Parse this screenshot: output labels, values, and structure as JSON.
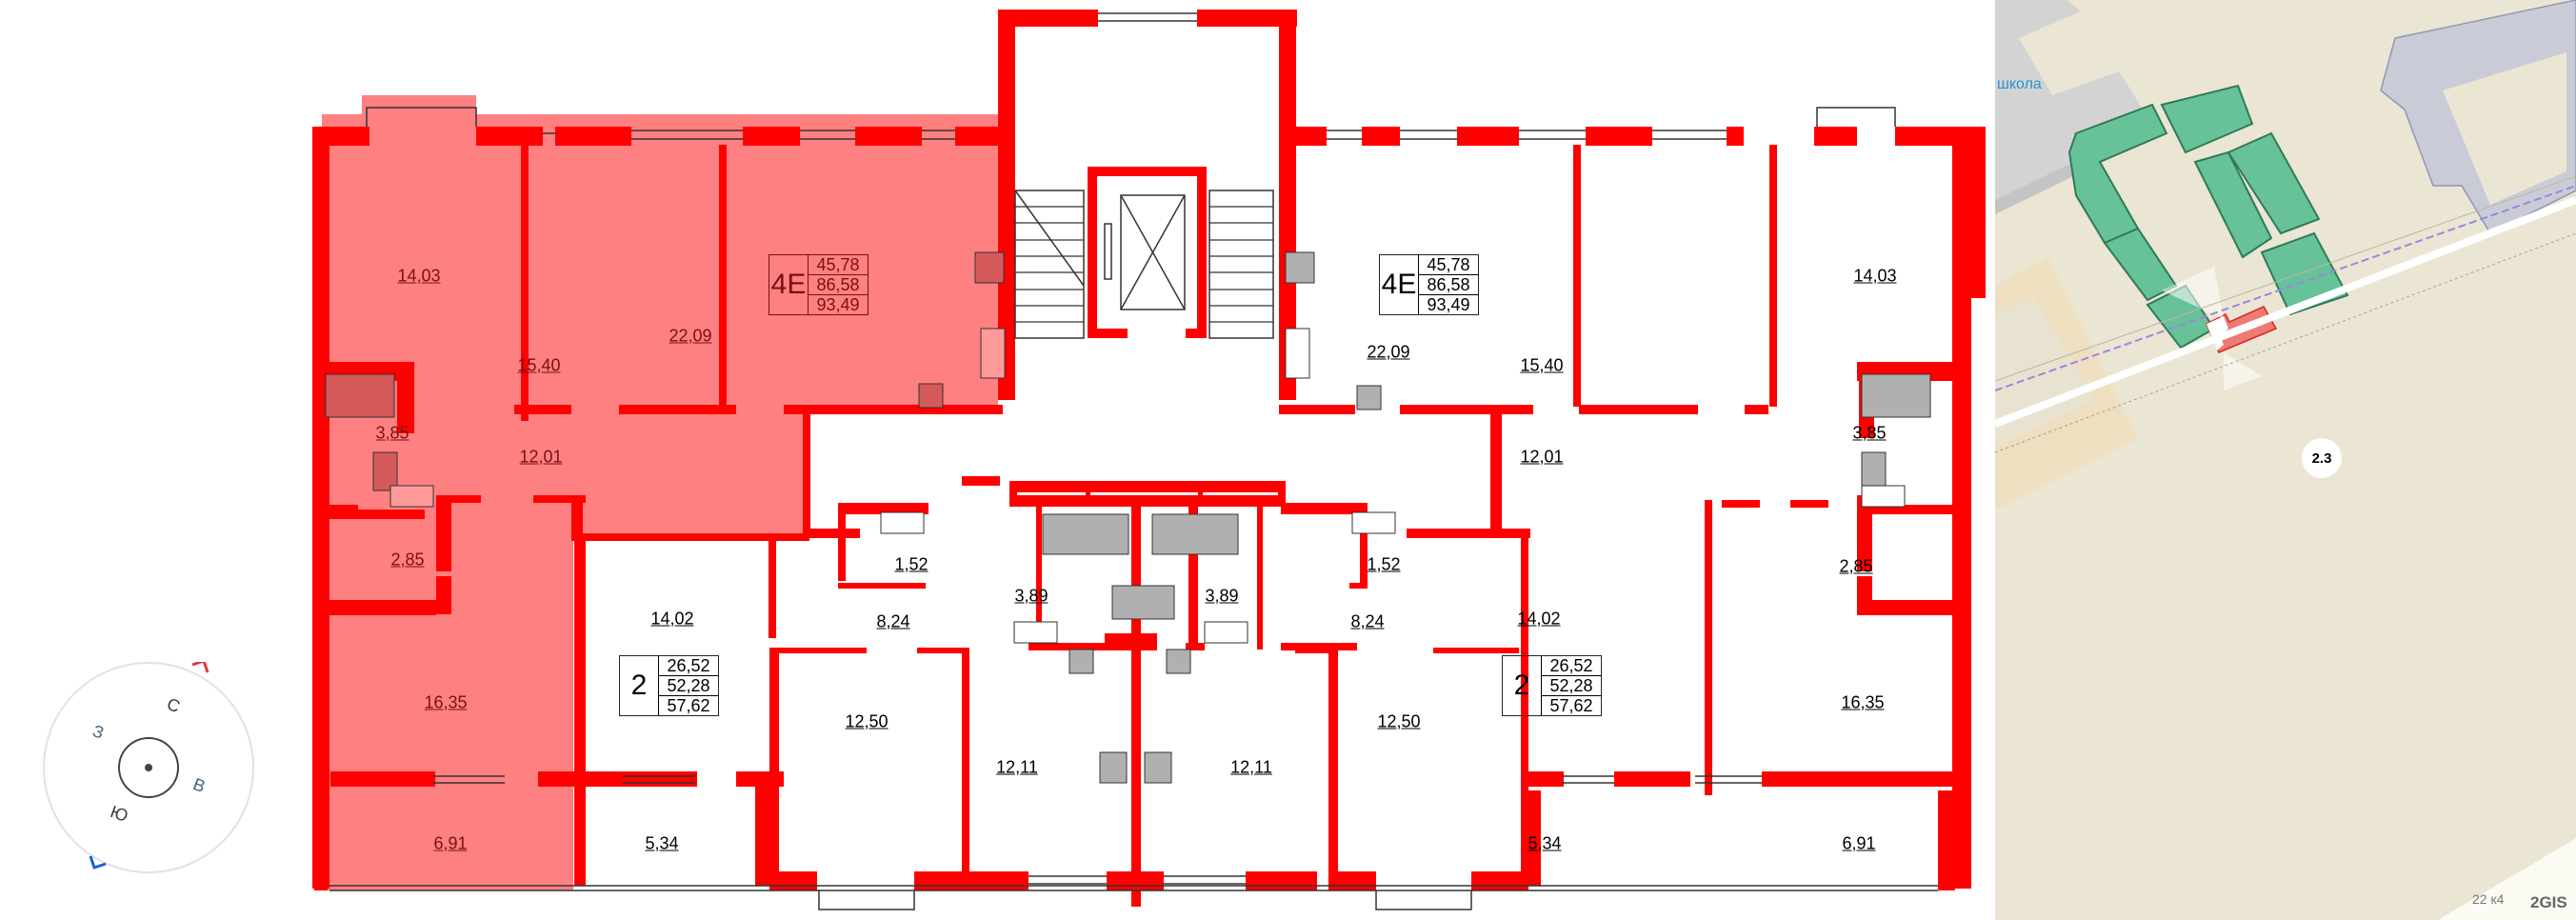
{
  "floor_plan": {
    "colors": {
      "wall": "#FF0000",
      "selected_fill": "#FF8080",
      "selected_text": "#7a1010",
      "fixture": "#b0b0b0"
    },
    "apartments": [
      {
        "id": "left-4E",
        "selected": true,
        "type": "4E",
        "areas": [
          "45,78",
          "86,58",
          "93,49"
        ],
        "rooms": {
          "bedroom_nw": "14,03",
          "bedroom_mid": "15,40",
          "kitchen_living": "22,09",
          "bathroom": "3,85",
          "hall": "12,01",
          "shower_room": "2,85",
          "bedroom_sw": "16,35",
          "balcony": "6,91"
        }
      },
      {
        "id": "right-4E",
        "selected": false,
        "type": "4E",
        "areas": [
          "45,78",
          "86,58",
          "93,49"
        ],
        "rooms": {
          "kitchen_living": "22,09",
          "bedroom_mid": "15,40",
          "bedroom_ne": "14,03",
          "hall": "12,01",
          "bathroom": "3,85",
          "shower_room": "2,85",
          "bedroom_se": "16,35",
          "balcony": "6,91"
        }
      },
      {
        "id": "left-2",
        "selected": false,
        "type": "2",
        "areas": [
          "26,52",
          "52,28",
          "57,62"
        ],
        "rooms": {
          "room": "14,02",
          "balcony": "5,34",
          "wc": "1,52",
          "hall": "8,24",
          "bedroom": "12,50"
        }
      },
      {
        "id": "right-2",
        "selected": false,
        "type": "2",
        "areas": [
          "26,52",
          "52,28",
          "57,62"
        ],
        "rooms": {
          "room": "14,02",
          "balcony": "5,34",
          "wc": "1,52",
          "hall": "8,24",
          "bedroom": "12,50"
        }
      },
      {
        "id": "center-left-studio",
        "selected": false,
        "rooms": {
          "bathroom": "3,89",
          "room": "12,11"
        }
      },
      {
        "id": "center-right-studio",
        "selected": false,
        "rooms": {
          "bathroom": "3,89",
          "room": "12,11"
        }
      }
    ]
  },
  "compass": {
    "north": "С",
    "south": "Ю",
    "west": "З",
    "east": "В",
    "north_marker_color": "#e8343a",
    "south_marker_color": "#1a5fd6"
  },
  "map": {
    "school_label": "школа",
    "building_badge": "2.3",
    "address_label": "22 к4",
    "logo": "2GIS",
    "colors": {
      "background": "#ebe5d3",
      "building_green": "#67c29a",
      "building_selected": "#ec7b73",
      "road": "#ffffff",
      "route": "#9d85e0"
    }
  }
}
